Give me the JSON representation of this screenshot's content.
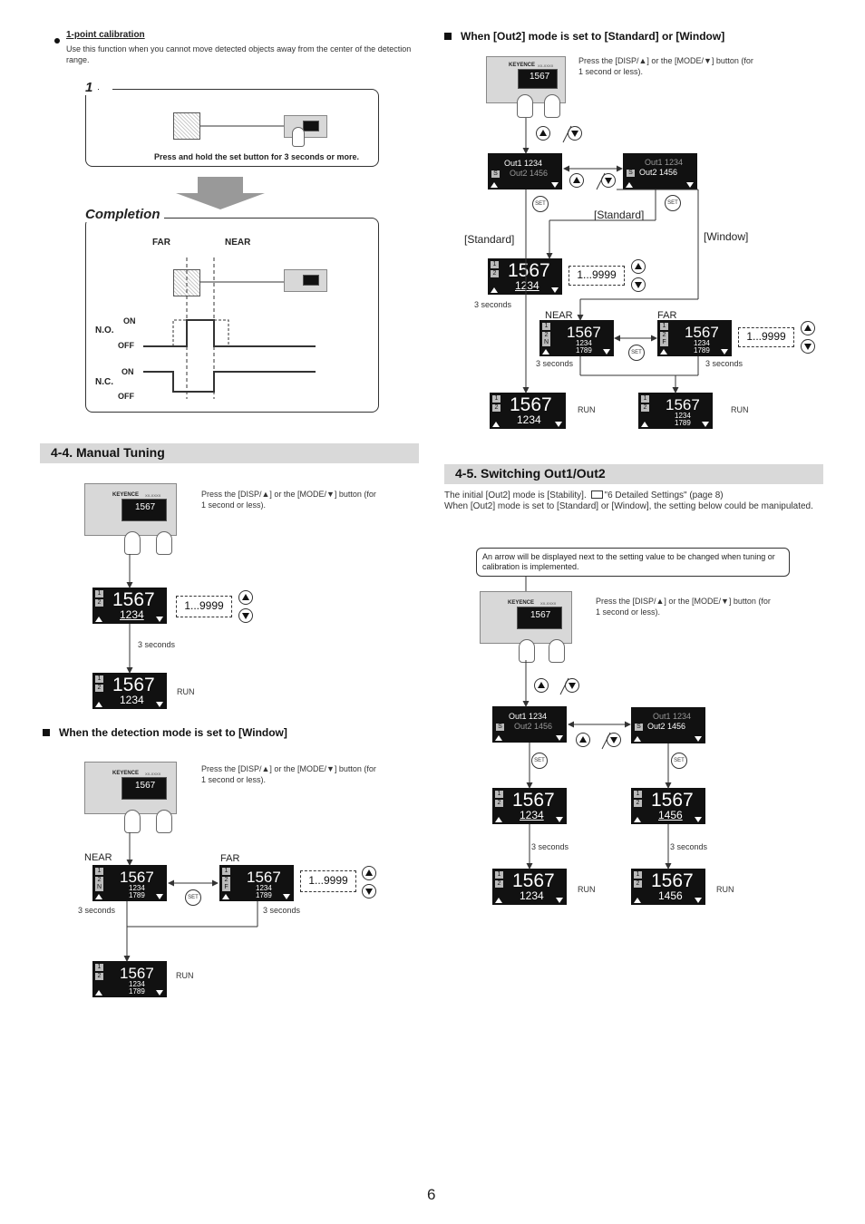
{
  "left": {
    "calibration": {
      "title": "1-point calibration",
      "desc": "Use this function when you cannot move detected objects away from the center of the detection range.",
      "step_number": "1",
      "step_instruction": "Press and hold the set button for 3 seconds or more.",
      "completion": "Completion",
      "far": "FAR",
      "near": "NEAR",
      "no": "N.O.",
      "nc": "N.C.",
      "on": "ON",
      "off": "OFF"
    },
    "manual_tuning": {
      "title": "4-4. Manual Tuning",
      "press_note": "Press the [DISP/▲] or the [MODE/▼] button (for 1 second or less).",
      "range": "1...9999",
      "three_seconds": "3 seconds",
      "run": "RUN",
      "window_heading": "When the detection mode is set to [Window]",
      "near": "NEAR",
      "far": "FAR"
    }
  },
  "right": {
    "out2_heading": "When [Out2] mode is set to [Standard] or [Window]",
    "press_note": "Press the [DISP/▲] or the [MODE/▼] button (for 1 second or less).",
    "standard": "[Standard]",
    "window": "[Window]",
    "range": "1...9999",
    "three_seconds": "3 seconds",
    "near": "NEAR",
    "far": "FAR",
    "run": "RUN",
    "switching": {
      "title": "4-5. Switching Out1/Out2",
      "line1": "The initial [Out2] mode is [Stability].",
      "ref": "\"6 Detailed Settings\" (page 8)",
      "line2": "When [Out2] mode is set to [Standard] or [Window], the setting below could be manipulated.",
      "callout": "An arrow will be displayed next to the setting value to be changed when tuning or calibration is implemented."
    }
  },
  "display": {
    "main": "1567",
    "sub1": "1234",
    "sub2": "1456",
    "near_val": "1234",
    "far_val": "1789",
    "out1": "Out1 1234",
    "out2": "Out2 1456",
    "brand": "KEYENCE",
    "model": "XX-XXXX",
    "disp": "DISP",
    "mode": "MODE",
    "set": "SET",
    "ch1": "1",
    "ch2": "2",
    "s": "S",
    "n": "N",
    "f": "F"
  },
  "page_number": "6"
}
